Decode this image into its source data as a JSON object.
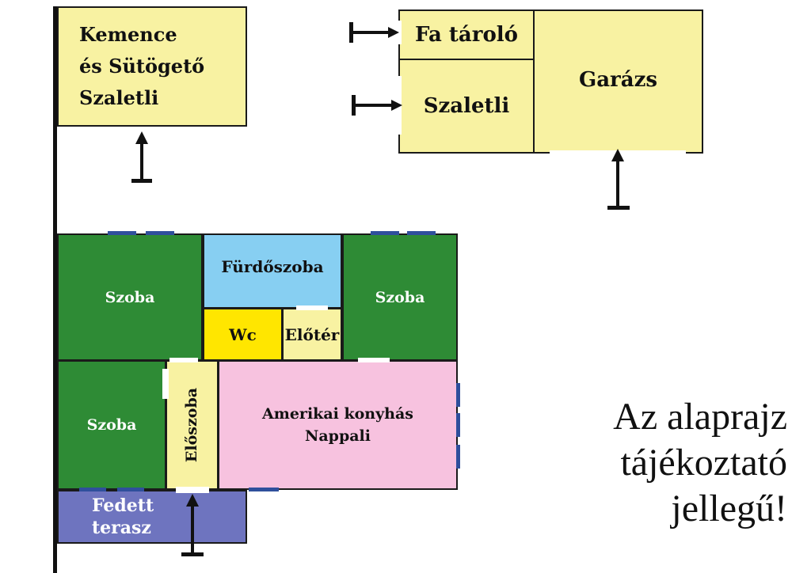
{
  "rooms": {
    "kemence": "Kemence\nés Sütögető\nSzaletli",
    "fa_tarolo": "Fa tároló",
    "szaletli": "Szaletli",
    "garazs": "Garázs",
    "szoba_top_left": "Szoba",
    "furdoszoba": "Fürdőszoba",
    "szoba_top_right": "Szoba",
    "wc": "Wc",
    "eloter": "Előtér",
    "szoba_bottom_left": "Szoba",
    "eloszoba": "Előszoba",
    "nappali": "Amerikai konyhás\nNappali",
    "terasz": "Fedett\nterasz"
  },
  "notice": "Az alaprajz\ntájékoztató\njellegű!",
  "colors": {
    "outbuilding": "#f8f2a2",
    "bedroom": "#2e8b35",
    "bathroom": "#87cff2",
    "wc": "#ffe600",
    "living": "#f7c2df",
    "terrace": "#6e74bf",
    "window": "#2f4f9c"
  }
}
